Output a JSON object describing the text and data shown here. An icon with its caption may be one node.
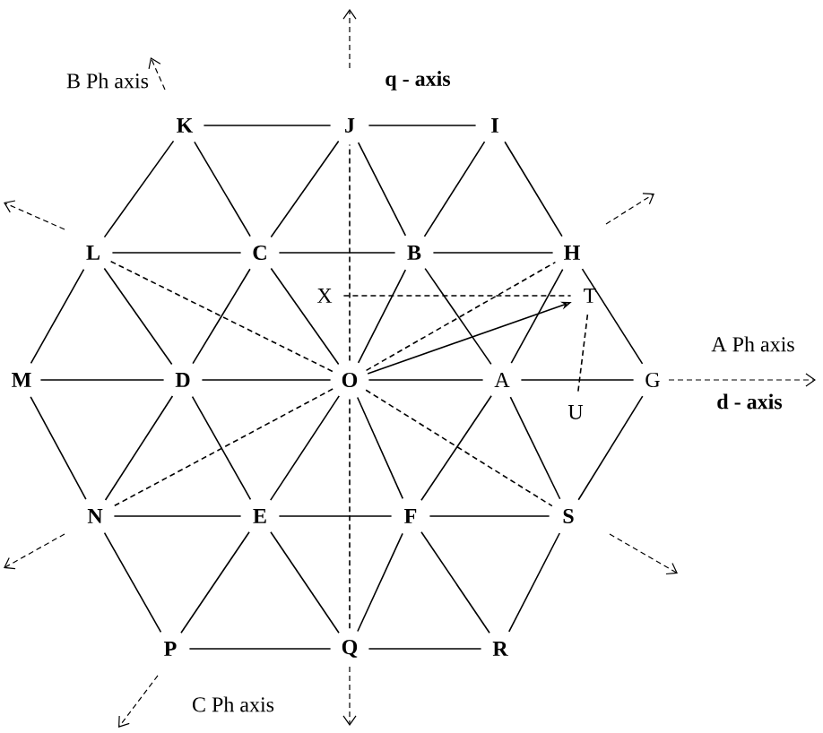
{
  "diagram": {
    "nodes": [
      {
        "text": [
          "K"
        ]
      },
      {
        "text": [
          "J"
        ]
      },
      {
        "text": [
          "I"
        ]
      },
      {
        "text": [
          "L"
        ]
      },
      {
        "text": [
          "C"
        ]
      },
      {
        "text": [
          "B"
        ]
      },
      {
        "text": [
          "H"
        ]
      },
      {
        "text": [
          "X"
        ]
      },
      {
        "text": [
          "T"
        ]
      },
      {
        "text": [
          "M"
        ]
      },
      {
        "text": [
          "D"
        ]
      },
      {
        "text": [
          "O"
        ]
      },
      {
        "text": [
          "A"
        ]
      },
      {
        "text": [
          "G"
        ]
      },
      {
        "text": [
          "U"
        ]
      },
      {
        "text": [
          "N"
        ]
      },
      {
        "text": [
          "E"
        ]
      },
      {
        "text": [
          "F"
        ]
      },
      {
        "text": [
          "S"
        ]
      },
      {
        "text": [
          "P"
        ]
      },
      {
        "text": [
          "Q"
        ]
      },
      {
        "text": [
          "R"
        ]
      }
    ],
    "edges": [
      {
        "from": 0,
        "to": 1,
        "arrow": "none"
      },
      {
        "from": 1,
        "to": 2,
        "arrow": "none"
      },
      {
        "from": 0,
        "to": 3,
        "arrow": "none"
      },
      {
        "from": 0,
        "to": 4,
        "arrow": "none"
      },
      {
        "from": 1,
        "to": 4,
        "arrow": "none"
      },
      {
        "from": 1,
        "to": 5,
        "arrow": "none"
      },
      {
        "from": 2,
        "to": 5,
        "arrow": "none"
      },
      {
        "from": 2,
        "to": 6,
        "arrow": "none"
      },
      {
        "from": 3,
        "to": 4,
        "arrow": "none"
      },
      {
        "from": 4,
        "to": 5,
        "arrow": "none"
      },
      {
        "from": 5,
        "to": 6,
        "arrow": "none"
      },
      {
        "from": 3,
        "to": 9,
        "arrow": "none"
      },
      {
        "from": 3,
        "to": 10,
        "arrow": "none"
      },
      {
        "from": 4,
        "to": 10,
        "arrow": "none"
      },
      {
        "from": 4,
        "to": 11,
        "arrow": "none"
      },
      {
        "from": 5,
        "to": 11,
        "arrow": "none"
      },
      {
        "from": 5,
        "to": 12,
        "arrow": "none"
      },
      {
        "from": 6,
        "to": 12,
        "arrow": "none"
      },
      {
        "from": 6,
        "to": 13,
        "arrow": "none"
      },
      {
        "from": 9,
        "to": 10,
        "arrow": "none"
      },
      {
        "from": 10,
        "to": 11,
        "arrow": "none"
      },
      {
        "from": 11,
        "to": 12,
        "arrow": "none"
      },
      {
        "from": 12,
        "to": 13,
        "arrow": "none"
      },
      {
        "from": 9,
        "to": 15,
        "arrow": "none"
      },
      {
        "from": 10,
        "to": 15,
        "arrow": "none"
      },
      {
        "from": 10,
        "to": 16,
        "arrow": "none"
      },
      {
        "from": 11,
        "to": 16,
        "arrow": "none"
      },
      {
        "from": 11,
        "to": 17,
        "arrow": "none"
      },
      {
        "from": 12,
        "to": 17,
        "arrow": "none"
      },
      {
        "from": 12,
        "to": 18,
        "arrow": "none"
      },
      {
        "from": 13,
        "to": 18,
        "arrow": "none"
      },
      {
        "from": 15,
        "to": 16,
        "arrow": "none"
      },
      {
        "from": 16,
        "to": 17,
        "arrow": "none"
      },
      {
        "from": 17,
        "to": 18,
        "arrow": "none"
      },
      {
        "from": 15,
        "to": 19,
        "arrow": "none"
      },
      {
        "from": 16,
        "to": 19,
        "arrow": "none"
      },
      {
        "from": 16,
        "to": 20,
        "arrow": "none"
      },
      {
        "from": 17,
        "to": 20,
        "arrow": "none"
      },
      {
        "from": 17,
        "to": 21,
        "arrow": "none"
      },
      {
        "from": 18,
        "to": 21,
        "arrow": "none"
      },
      {
        "from": 19,
        "to": 20,
        "arrow": "none"
      },
      {
        "from": 20,
        "to": 21,
        "arrow": "none"
      },
      {
        "from": 11,
        "to": 8,
        "arrow": "to"
      },
      {
        "from": 7,
        "to": 8,
        "arrow": "none",
        "style": "dashed"
      },
      {
        "from": 8,
        "to": 14,
        "arrow": "none",
        "style": "dashed"
      },
      {
        "from": 11,
        "to": 1,
        "arrow": "none",
        "style": "dashed"
      },
      {
        "from": 11,
        "to": 20,
        "arrow": "none",
        "style": "dashed"
      },
      {
        "from": 11,
        "to": 6,
        "arrow": "none",
        "style": "dashed"
      },
      {
        "from": 11,
        "to": 3,
        "arrow": "none",
        "style": "dashed"
      },
      {
        "from": 11,
        "to": 15,
        "arrow": "none",
        "style": "dashed"
      },
      {
        "from": 11,
        "to": 18,
        "arrow": "none",
        "style": "dashed"
      }
    ],
    "labels": [
      "B Ph axis",
      "q  -  axis",
      "A Ph axis",
      "d - axis",
      "C  Ph axis"
    ]
  }
}
